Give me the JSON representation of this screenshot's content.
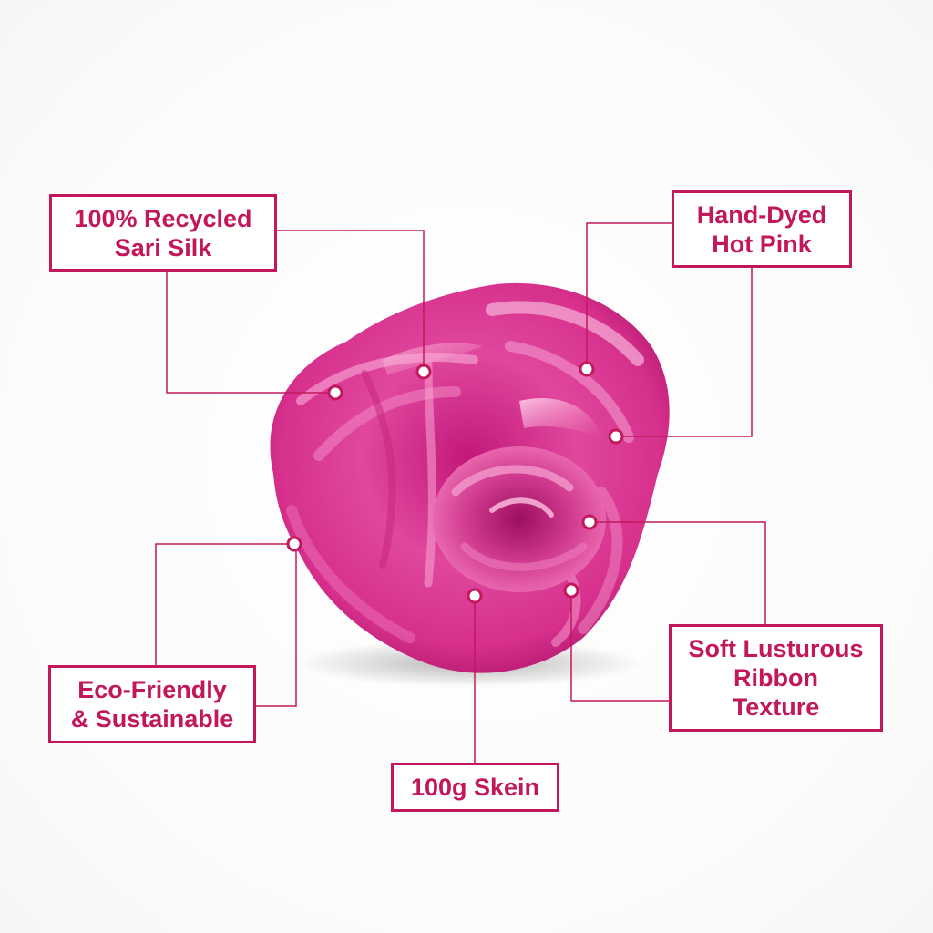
{
  "accent_color": "#c2185b",
  "product": {
    "description_icon": "pink-sari-silk-ribbon-skein"
  },
  "callouts": {
    "recycled": {
      "line1": "100% Recycled",
      "line2": "Sari Silk"
    },
    "hand_dyed": {
      "line1": "Hand-Dyed",
      "line2": "Hot Pink"
    },
    "eco": {
      "line1": "Eco-Friendly",
      "line2": "& Sustainable"
    },
    "texture": {
      "line1": "Soft Lusturous",
      "line2": "Ribbon",
      "line3": "Texture"
    },
    "weight": {
      "line1": "100g Skein"
    }
  }
}
